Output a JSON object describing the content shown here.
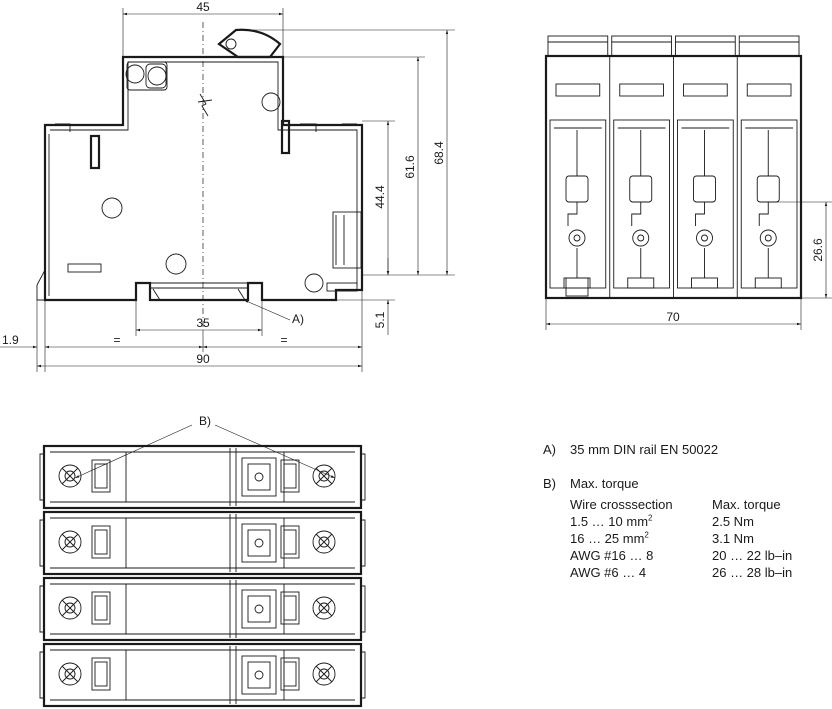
{
  "dimensions": {
    "top_width": "45",
    "height_61": "61.6",
    "height_68": "68.4",
    "height_44": "44.4",
    "rail_width": "35",
    "base_offset": "5.1",
    "left_offset": "1.9",
    "total_width": "90",
    "eq_left": "=",
    "eq_right": "=",
    "front_width": "70",
    "front_height": "26.6"
  },
  "callouts": {
    "rail": "A)",
    "terminals": "B)"
  },
  "legend": {
    "a_key": "A)",
    "a_text": "35 mm DIN rail EN 50022",
    "b_key": "B)",
    "b_text": "Max. torque",
    "table_header": [
      "Wire crosssection",
      "Max. torque"
    ],
    "table_rows": [
      {
        "wire": "1.5 … 10 mm",
        "sup": "2",
        "torque": "2.5 Nm"
      },
      {
        "wire": "16 … 25 mm",
        "sup": "2",
        "torque": "3.1 Nm"
      },
      {
        "wire": "AWG #16 … 8",
        "sup": "",
        "torque": "20 … 22 lb–in"
      },
      {
        "wire": "AWG  #6 … 4",
        "sup": "",
        "torque": "26 … 28 lb–in"
      }
    ]
  }
}
